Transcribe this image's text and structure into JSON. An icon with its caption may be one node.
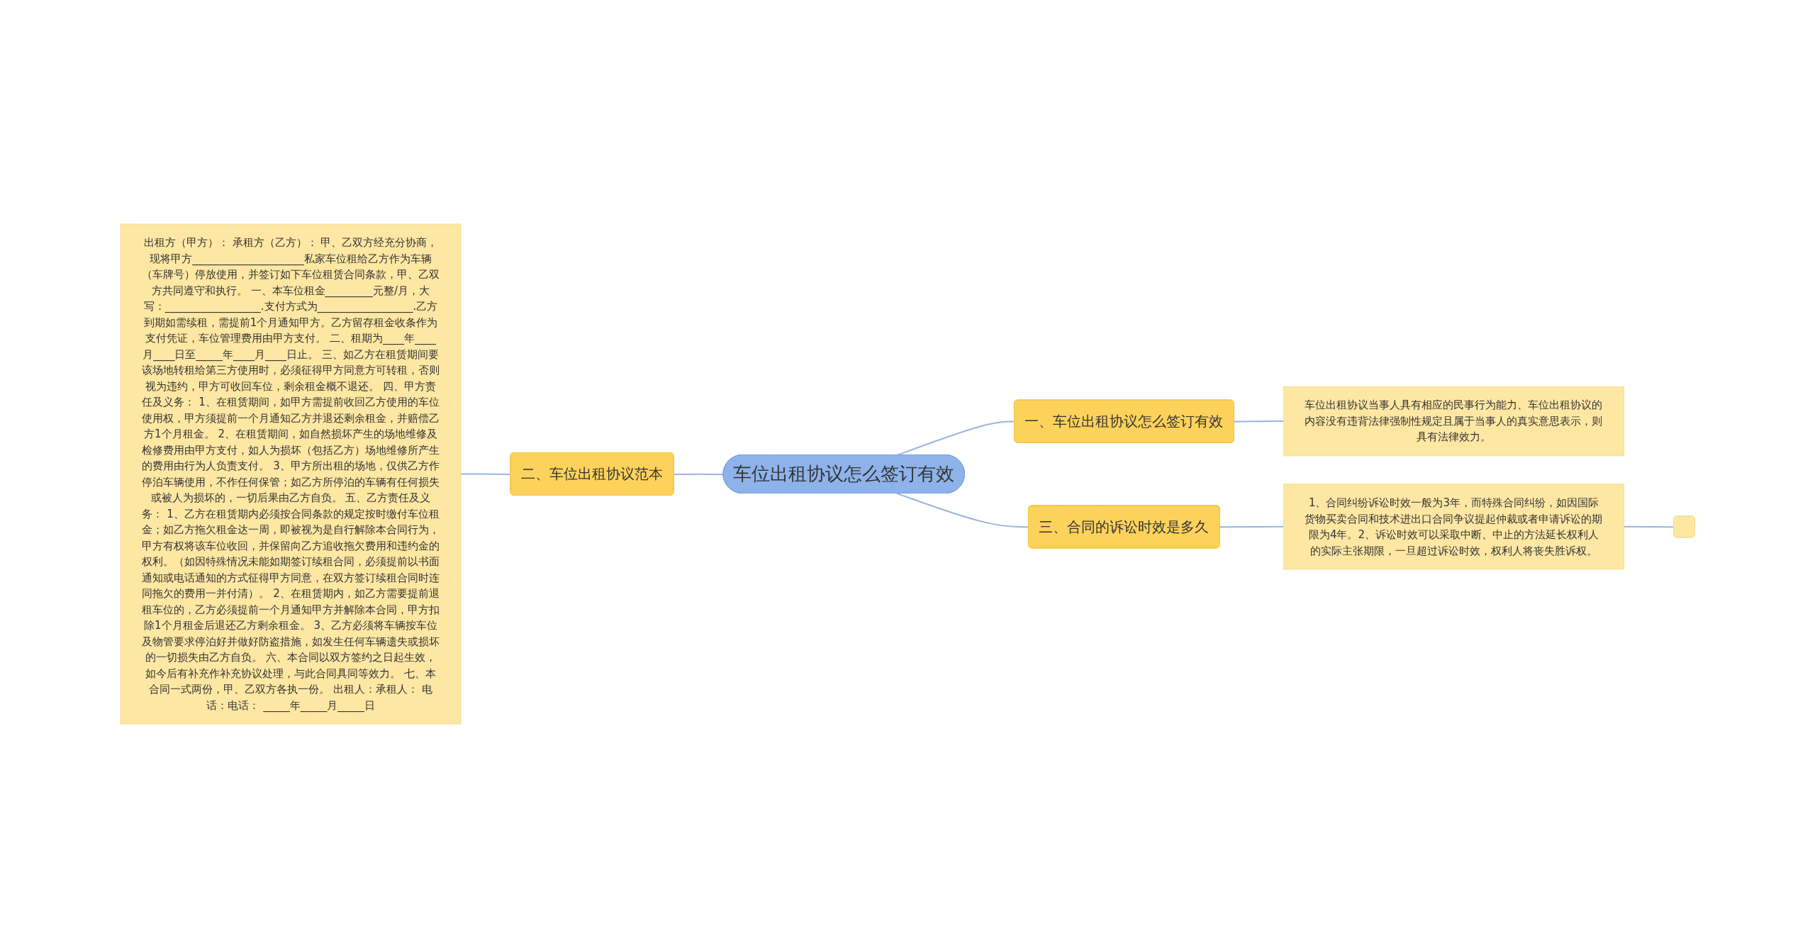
{
  "diagram": {
    "nodes": [
      {
        "text": [
          "车位出租协议怎么签订有效"
        ]
      },
      {
        "text": [
          "一、车位出租协议怎么签订有效"
        ]
      },
      {
        "text": [
          "车位出租协议当事人具有相应的民事行为能力、车位出租协议的内容没有违背法律强制性规定且属于当事人的真实意思表示，则具有法律效力。"
        ]
      },
      {
        "text": [
          "三、合同的诉讼时效是多久"
        ]
      },
      {
        "text": [
          "1、合同纠纷诉讼时效一般为3年，而特殊合同纠纷，如因国际货物买卖合同和技术进出口合同争议提起仲裁或者申请诉讼的期限为4年。2、诉讼时效可以采取中断、中止的方法延长权利人的实际主张期限，一旦超过诉讼时效，权利人将丧失胜诉权。"
        ]
      },
      {
        "text": [],
        "shape": "box"
      },
      {
        "text": [
          "二、车位出租协议范本"
        ]
      },
      {
        "text": [
          "出租方（甲方）： 承租方（乙方）： 甲、乙双方经充分协商，现将甲方_____________________私家车位租给乙方作为车辆（车牌号）停放使用，并签订如下车位租赁合同条款，甲、乙双方共同遵守和执行。 一、本车位租金_________元整/月，大写：__________________.支付方式为__________________.乙方到期如需续租，需提前1个月通知甲方。乙方留存租金收条作为支付凭证，车位管理费用由甲方支付。 二、租期为____年____月____日至_____年____月____日止。 三、如乙方在租赁期间要该场地转租给第三方使用时，必须征得甲方同意方可转租，否则视为违约，甲方可收回车位，剩余租金概不退还。 四、甲方责任及义务： 1、在租赁期间，如甲方需提前收回乙方使用的车位使用权，甲方须提前一个月通知乙方并退还剩余租金，并赔偿乙方1个月租金。 2、在租赁期间，如自然损坏产生的场地维修及检修费用由甲方支付，如人为损坏（包括乙方）场地维修所产生的费用由行为人负责支付。 3、甲方所出租的场地，仅供乙方作停泊车辆使用，不作任何保管；如乙方所停泊的车辆有任何损失或被人为损坏的，一切后果由乙方自负。 五、乙方责任及义务： 1、乙方在租赁期内必须按合同条款的规定按时缴付车位租金；如乙方拖欠租金达一周，即被视为是自行解除本合同行为，甲方有权将该车位收回，并保留向乙方追收拖欠费用和违约金的权利。（如因特殊情况未能如期签订续租合同，必须提前以书面通知或电话通知的方式征得甲方同意，在双方签订续租合同时连同拖欠的费用一并付清）。 2、在租赁期内，如乙方需要提前退租车位的，乙方必须提前一个月通知甲方并解除本合同，甲方扣除1个月租金后退还乙方剩余租金。 3、乙方必须将车辆按车位及物管要求停泊好并做好防盗措施，如发生任何车辆遗失或损坏的一切损失由乙方自负。 六、本合同以双方签约之日起生效，如今后有补充作补充协议处理，与此合同具同等效力。 七、本合同一式两份，甲、乙双方各执一份。 出租人：承租人： 电话：电话： _____年_____月_____日"
        ]
      }
    ],
    "edges": [
      {
        "from": 0,
        "to": 1,
        "arrow": "none"
      },
      {
        "from": 1,
        "to": 2,
        "arrow": "none"
      },
      {
        "from": 0,
        "to": 3,
        "arrow": "none"
      },
      {
        "from": 3,
        "to": 4,
        "arrow": "none"
      },
      {
        "from": 4,
        "to": 5,
        "arrow": "none"
      },
      {
        "from": 7,
        "to": 6,
        "arrow": "none"
      },
      {
        "from": 6,
        "to": 0,
        "arrow": "none"
      }
    ]
  }
}
